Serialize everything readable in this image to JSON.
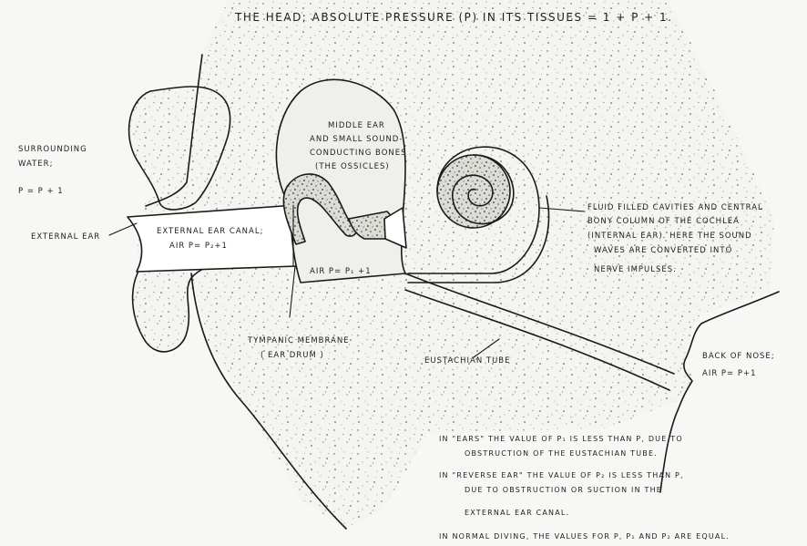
{
  "title": "THE HEAD; ABSOLUTE PRESSURE (P) IN ITS TISSUES = 1 + p + 1.",
  "labels": {
    "surrounding_water": [
      "SURROUNDING",
      "WATER;"
    ],
    "water_pressure": "P = p + 1",
    "external_ear": "EXTERNAL EAR",
    "external_ear_canal": [
      "EXTERNAL EAR CANAL;",
      "AIR P= p₂+1"
    ],
    "middle_ear": [
      "MIDDLE EAR",
      "AND SMALL SOUND-",
      "CONDUCTING BONES",
      "(THE OSSICLES)"
    ],
    "air_middle_ear": "AIR P= p₁ +1",
    "cochlea": [
      "FLUID FILLED CAVITIES AND CENTRAL",
      "BONY COLUMN OF THE COCHLEA",
      "(INTERNAL EAR). HERE THE SOUND",
      "WAVES ARE CONVERTED INTO",
      "NERVE IMPULSES."
    ],
    "tympanic_membrane": [
      "TYMPANIC MEMBRANE",
      "( EAR DRUM )"
    ],
    "eustachian_tube": "EUSTACHIAN TUBE",
    "back_of_nose": [
      "BACK OF NOSE;",
      "AIR P= p+1"
    ]
  },
  "notes": [
    "IN \"EARS\" THE VALUE OF p₁ IS LESS THAN p, DUE TO",
    "OBSTRUCTION OF THE EUSTACHIAN TUBE.",
    "IN \"REVERSE EAR\" THE VALUE OF p₂ IS LESS THAN p,",
    "DUE TO OBSTRUCTION OR SUCTION IN THE",
    "EXTERNAL EAR CANAL.",
    "IN NORMAL DIVING, THE VALUES FOR p, p₁ AND p₂ ARE EQUAL."
  ]
}
